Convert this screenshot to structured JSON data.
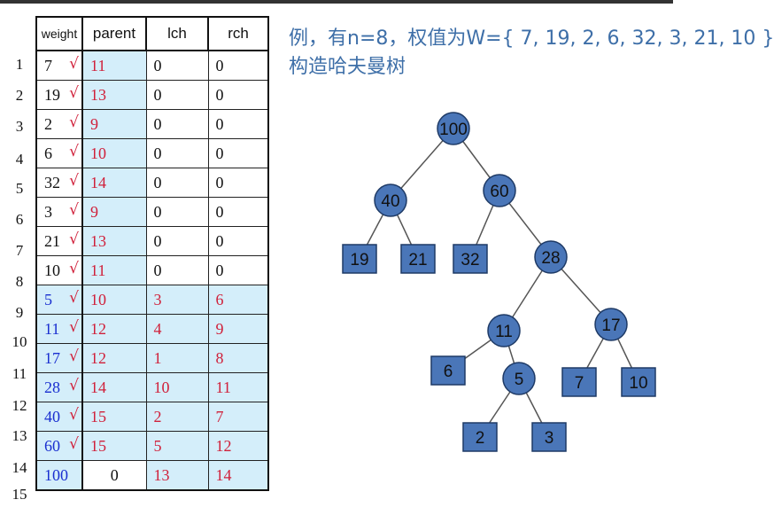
{
  "title": {
    "line1": "例，有n=8，权值为W={ 7, 19, 2, 6, 32, 3, 21, 10 }",
    "line2": "构造哈夫曼树"
  },
  "colors": {
    "node_fill": "#4a76b8",
    "node_stroke": "#1e3a66",
    "edge": "#555555",
    "leaf_mark": "#d0203a",
    "internal_weight": "#1a2fd0",
    "cell_highlight": "#d4eefa"
  },
  "table": {
    "headers": [
      "weight",
      "parent",
      "lch",
      "rch"
    ],
    "check_mark": "√",
    "rows": [
      {
        "index": "1",
        "weight": "7",
        "parent": "11",
        "lch": "0",
        "rch": "0",
        "checked": true
      },
      {
        "index": "2",
        "weight": "19",
        "parent": "13",
        "lch": "0",
        "rch": "0",
        "checked": true
      },
      {
        "index": "3",
        "weight": "2",
        "parent": "9",
        "lch": "0",
        "rch": "0",
        "checked": true
      },
      {
        "index": "4",
        "weight": "6",
        "parent": "10",
        "lch": "0",
        "rch": "0",
        "checked": true
      },
      {
        "index": "5",
        "weight": "32",
        "parent": "14",
        "lch": "0",
        "rch": "0",
        "checked": true
      },
      {
        "index": "6",
        "weight": "3",
        "parent": "9",
        "lch": "0",
        "rch": "0",
        "checked": true
      },
      {
        "index": "7",
        "weight": "21",
        "parent": "13",
        "lch": "0",
        "rch": "0",
        "checked": true
      },
      {
        "index": "8",
        "weight": "10",
        "parent": "11",
        "lch": "0",
        "rch": "0",
        "checked": true
      },
      {
        "index": "9",
        "weight": "5",
        "parent": "10",
        "lch": "3",
        "rch": "6",
        "checked": true
      },
      {
        "index": "10",
        "weight": "11",
        "parent": "12",
        "lch": "4",
        "rch": "9",
        "checked": true
      },
      {
        "index": "11",
        "weight": "17",
        "parent": "12",
        "lch": "1",
        "rch": "8",
        "checked": true
      },
      {
        "index": "12",
        "weight": "28",
        "parent": "14",
        "lch": "10",
        "rch": "11",
        "checked": true
      },
      {
        "index": "13",
        "weight": "40",
        "parent": "15",
        "lch": "2",
        "rch": "7",
        "checked": true
      },
      {
        "index": "14",
        "weight": "60",
        "parent": "15",
        "lch": "5",
        "rch": "12",
        "checked": true
      },
      {
        "index": "15",
        "weight": "100",
        "parent": "0",
        "lch": "13",
        "rch": "14",
        "checked": false
      }
    ]
  },
  "tree": {
    "nodes": [
      {
        "id": "n100",
        "label": "100",
        "shape": "circle"
      },
      {
        "id": "n40",
        "label": "40",
        "shape": "circle"
      },
      {
        "id": "n60",
        "label": "60",
        "shape": "circle"
      },
      {
        "id": "n19",
        "label": "19",
        "shape": "square"
      },
      {
        "id": "n21",
        "label": "21",
        "shape": "square"
      },
      {
        "id": "n32",
        "label": "32",
        "shape": "square"
      },
      {
        "id": "n28",
        "label": "28",
        "shape": "circle"
      },
      {
        "id": "n11",
        "label": "11",
        "shape": "circle"
      },
      {
        "id": "n17",
        "label": "17",
        "shape": "circle"
      },
      {
        "id": "n6",
        "label": "6",
        "shape": "square"
      },
      {
        "id": "n5",
        "label": "5",
        "shape": "circle"
      },
      {
        "id": "n7",
        "label": "7",
        "shape": "square"
      },
      {
        "id": "n10",
        "label": "10",
        "shape": "square"
      },
      {
        "id": "n2",
        "label": "2",
        "shape": "square"
      },
      {
        "id": "n3",
        "label": "3",
        "shape": "square"
      }
    ],
    "edges": [
      [
        "n100",
        "n40"
      ],
      [
        "n100",
        "n60"
      ],
      [
        "n40",
        "n19"
      ],
      [
        "n40",
        "n21"
      ],
      [
        "n60",
        "n32"
      ],
      [
        "n60",
        "n28"
      ],
      [
        "n28",
        "n11"
      ],
      [
        "n28",
        "n17"
      ],
      [
        "n11",
        "n6"
      ],
      [
        "n11",
        "n5"
      ],
      [
        "n17",
        "n7"
      ],
      [
        "n17",
        "n10"
      ],
      [
        "n5",
        "n2"
      ],
      [
        "n5",
        "n3"
      ]
    ]
  }
}
